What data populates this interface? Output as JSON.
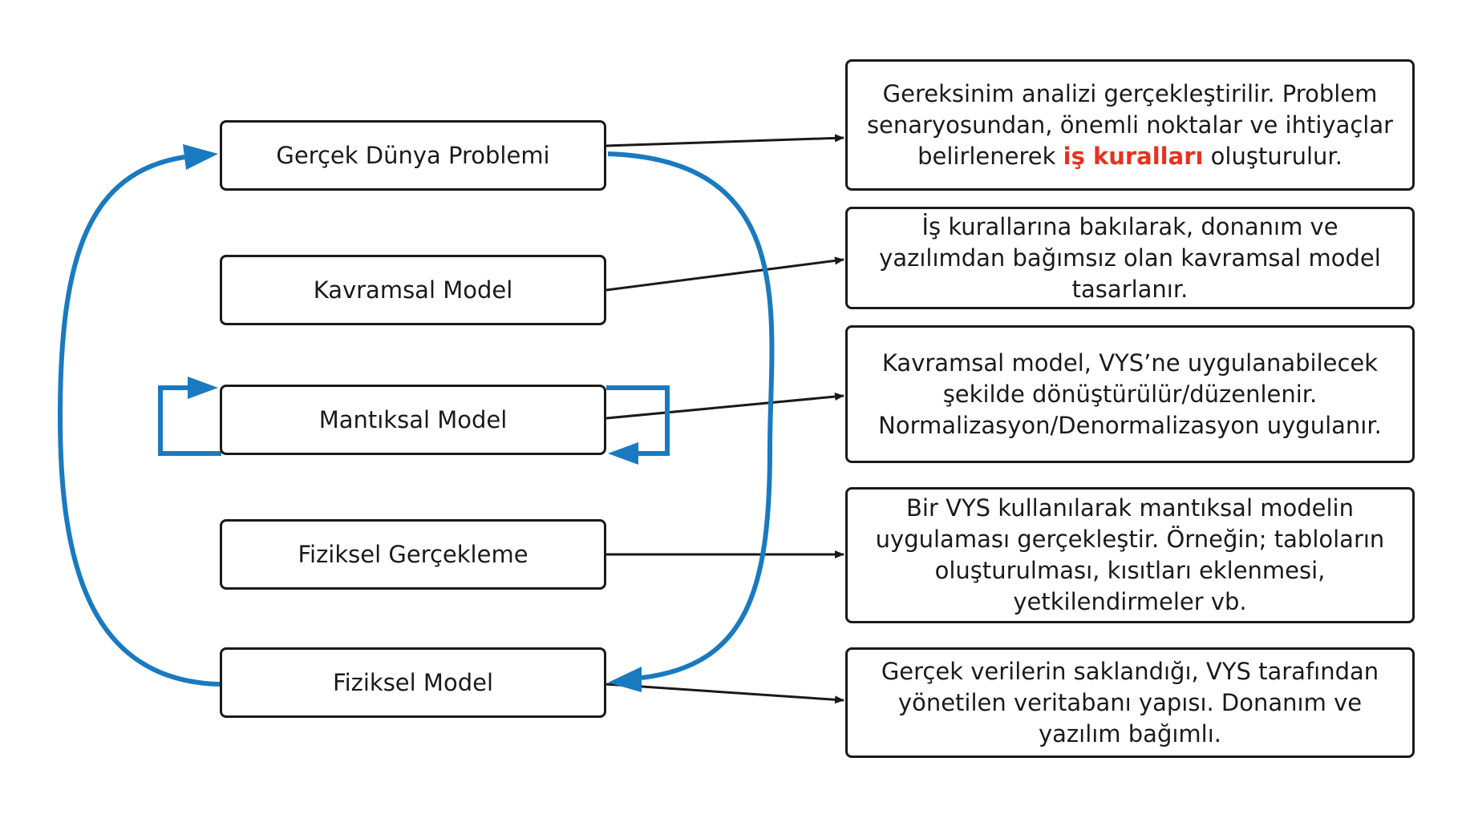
{
  "colors": {
    "cycle_arrow": "#1a7ac0",
    "connector": "#1a1a1a",
    "highlight": "#e8321e"
  },
  "stages": [
    {
      "label": "Gerçek Dünya Problemi"
    },
    {
      "label": "Kavramsal Model"
    },
    {
      "label": "Mantıksal Model"
    },
    {
      "label": "Fiziksel Gerçekleme"
    },
    {
      "label": "Fiziksel Model"
    }
  ],
  "descriptions": [
    {
      "pre": "Gereksinim analizi gerçekleştirilir. Problem senaryosundan, önemli noktalar ve ihtiyaçlar belirlenerek ",
      "highlight": "iş kuralları",
      "post": " oluşturulur."
    },
    {
      "text": "İş kurallarına bakılarak, donanım ve yazılımdan bağımsız olan kavramsal model tasarlanır."
    },
    {
      "text": "Kavramsal model, VYS’ne uygulanabilecek şekilde dönüştürülür/düzenlenir. Normalizasyon/Denormalizasyon uygulanır."
    },
    {
      "text": "Bir VYS kullanılarak mantıksal modelin uygulaması gerçekleştir. Örneğin; tabloların oluşturulması, kısıtları eklenmesi, yetkilendirmeler vb."
    },
    {
      "text": "Gerçek verilerin saklandığı, VYS tarafından yönetilen veritabanı yapısı. Donanım ve yazılım bağımlı."
    }
  ]
}
